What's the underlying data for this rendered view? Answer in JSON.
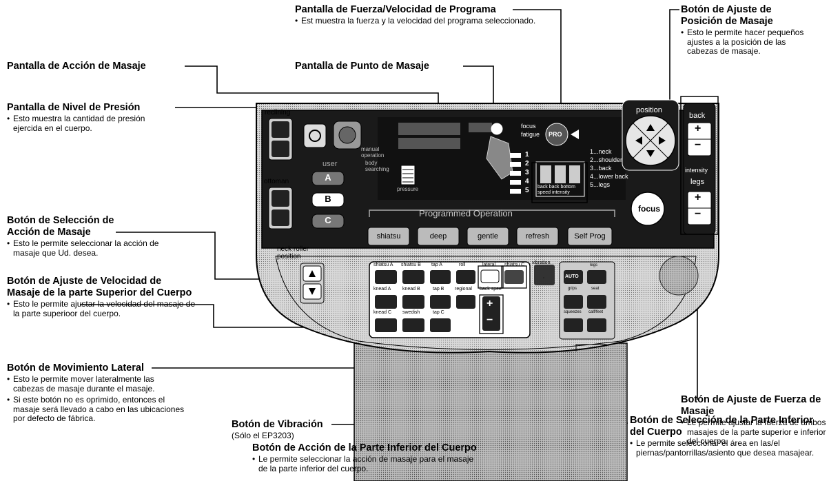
{
  "annotations": {
    "fuerza_velocidad": {
      "title": "Pantalla de Fuerza/Velocidad de Programa",
      "desc": [
        "Est muestra la fuerza y la velocidad del programa seleccionado."
      ]
    },
    "ajuste_posicion": {
      "title": "Botón de Ajuste de Posición de Masaje",
      "desc": [
        "Esto le permite hacer pequeños ajustes a la posición de las cabezas de masaje."
      ]
    },
    "accion_masaje": {
      "title": "Pantalla de Acción de Masaje",
      "desc": []
    },
    "punto_masaje": {
      "title": "Pantalla de Punto de Masaje",
      "desc": []
    },
    "nivel_presion": {
      "title": "Pantalla de Nivel de Presión",
      "desc": [
        "Esto muestra la cantidad de presión ejercida en el cuerpo."
      ]
    },
    "seleccion_accion": {
      "title": "Botón de Selección de Acción de Masaje",
      "desc": [
        "Esto le permite seleccionar la acción de masaje que Ud. desea."
      ]
    },
    "velocidad_superior": {
      "title": "Botón de Ajuste de Velocidad de Masaje de la parte Superior del Cuerpo",
      "desc": [
        "Esto le permite ajustar la velocidad del masaje de la parte superioor del cuerpo."
      ]
    },
    "movimiento_lateral": {
      "title": "Botón de Movimiento Lateral",
      "desc": [
        "Esto le permite mover lateralmente las cabezas de masaje durante el masaje.",
        "Si este botón no es oprimido, entonces el masaje será llevado a cabo en las ubicaciones por defecto de fábrica."
      ]
    },
    "vibracion": {
      "title": "Botón de Vibración",
      "note": "(Sólo el EP3203)"
    },
    "accion_inferior": {
      "title": "Botón de Acción de la Parte Inferior del Cuerpo",
      "desc": [
        "Le permite seleccionar la acción de masaje para el masaje de la parte inferior del cuerpo."
      ]
    },
    "ajuste_fuerza": {
      "title": "Botón de Ajuste de Fuerza de Masaje",
      "desc": [
        "Le permite ajustar la fuerza de ambos masajes de la parte superior e inferior del cuerpo."
      ]
    },
    "seleccion_inferior": {
      "title": "Botón de Selección de la Parte Inferior del Cuerpo",
      "desc": [
        "Le permite seleccionar el área en las/el piernas/pantorrillas/asiento que desea masajear."
      ]
    }
  },
  "panel": {
    "reclining": "reclining",
    "ottoman": "ottoman",
    "user": "user",
    "user_a": "A",
    "user_b": "B",
    "user_c": "C",
    "neck_roller": "neck roller",
    "position_word": "position",
    "position": "position",
    "focus": "focus",
    "back": "back",
    "intensity": "intensity",
    "legs": "legs",
    "plus": "+",
    "minus": "−",
    "programmed_operation": "Programmed Operation",
    "programs": [
      "shiatsu",
      "deep",
      "gentle",
      "refresh",
      "Self Prog"
    ],
    "manual_operation": "manual operation",
    "body_searching": "body searching",
    "pressure": "pressure",
    "focus_lbl": "focus",
    "fatigue_lbl": "fatigue",
    "pro": "PRO",
    "levels": [
      "1",
      "2",
      "3",
      "4",
      "5"
    ],
    "points": [
      "1...neck",
      "2...shoulder",
      "3...back",
      "4...lower back",
      "5...legs"
    ],
    "speed_lbls": [
      "back",
      "back",
      "bottom"
    ],
    "speed": "speed",
    "intensity_small": "intensity",
    "mode_labels": [
      "shiatsu A",
      "shiatsu B",
      "tap A",
      "roll",
      "lateral",
      "shiatsu C"
    ],
    "mode_labels2": [
      "knead A",
      "knead B",
      "tap B",
      "regional"
    ],
    "mode_labels3": [
      "knead C",
      "swedish",
      "tap C"
    ],
    "back_speed": "back spee",
    "vibration": "vibration",
    "lower_labels": [
      "legs",
      "grips",
      "seat",
      "squeezes",
      "calf/feet"
    ],
    "auto": "AUTO"
  }
}
